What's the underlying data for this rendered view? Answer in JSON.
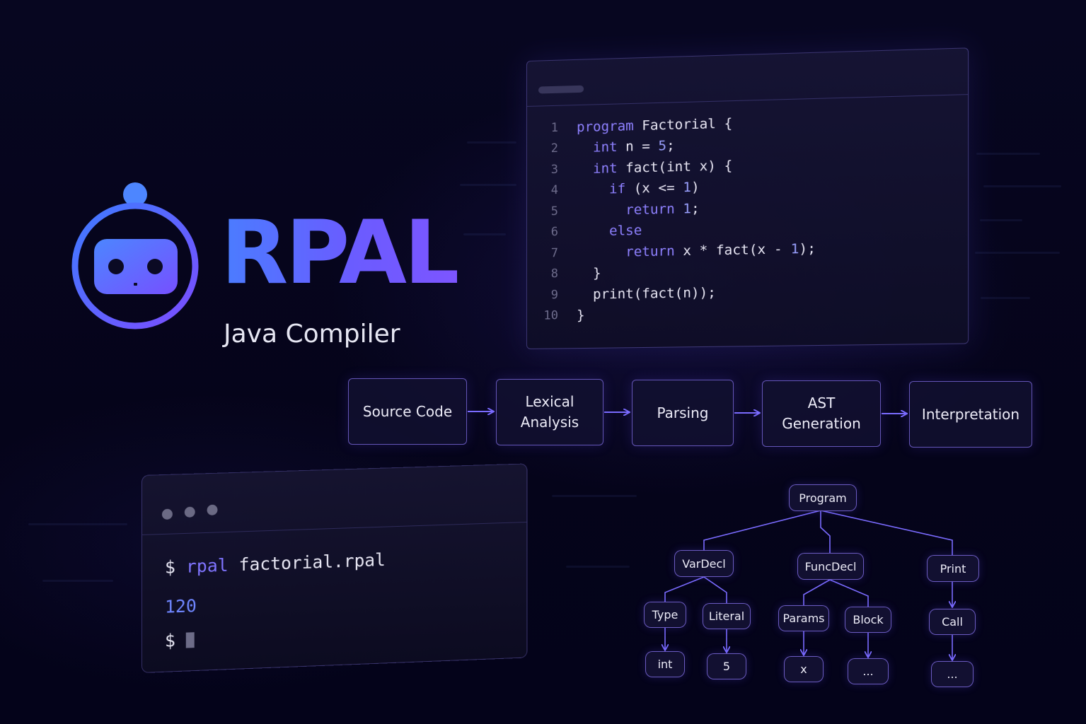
{
  "brand": {
    "title": "RPAL",
    "subtitle": "Java Compiler",
    "logo_icon": "robot-head-icon",
    "colors": {
      "gradient_start": "#4a7dff",
      "gradient_end": "#7d55ff"
    }
  },
  "code_editor": {
    "lines": [
      {
        "num": "1",
        "indent": "",
        "tokens": [
          {
            "t": "program",
            "k": "kw"
          },
          {
            "t": " Factorial {",
            "k": ""
          }
        ]
      },
      {
        "num": "2",
        "indent": "  ",
        "tokens": [
          {
            "t": "int",
            "k": "kw"
          },
          {
            "t": " n = ",
            "k": ""
          },
          {
            "t": "5",
            "k": "num"
          },
          {
            "t": ";",
            "k": ""
          }
        ]
      },
      {
        "num": "3",
        "indent": "  ",
        "tokens": [
          {
            "t": "int",
            "k": "kw"
          },
          {
            "t": " fact(int x) {",
            "k": ""
          }
        ]
      },
      {
        "num": "4",
        "indent": "    ",
        "tokens": [
          {
            "t": "if",
            "k": "kw"
          },
          {
            "t": " (x <= ",
            "k": ""
          },
          {
            "t": "1",
            "k": "num"
          },
          {
            "t": ")",
            "k": ""
          }
        ]
      },
      {
        "num": "5",
        "indent": "      ",
        "tokens": [
          {
            "t": "return",
            "k": "kw"
          },
          {
            "t": " ",
            "k": ""
          },
          {
            "t": "1",
            "k": "num"
          },
          {
            "t": ";",
            "k": ""
          }
        ]
      },
      {
        "num": "6",
        "indent": "    ",
        "tokens": [
          {
            "t": "else",
            "k": "kw"
          }
        ]
      },
      {
        "num": "7",
        "indent": "      ",
        "tokens": [
          {
            "t": "return",
            "k": "kw"
          },
          {
            "t": " x * fact(x - ",
            "k": ""
          },
          {
            "t": "1",
            "k": "num"
          },
          {
            "t": ");",
            "k": ""
          }
        ]
      },
      {
        "num": "8",
        "indent": "  ",
        "tokens": [
          {
            "t": "}",
            "k": ""
          }
        ]
      },
      {
        "num": "9",
        "indent": "  ",
        "tokens": [
          {
            "t": "print(fact(n));",
            "k": ""
          }
        ]
      },
      {
        "num": "10",
        "indent": "",
        "tokens": [
          {
            "t": "}",
            "k": ""
          }
        ]
      }
    ]
  },
  "pipeline": {
    "stages": [
      {
        "id": "source-code",
        "label": "Source Code"
      },
      {
        "id": "lexical",
        "label": "Lexical\nAnalysis"
      },
      {
        "id": "parsing",
        "label": "Parsing"
      },
      {
        "id": "ast",
        "label": "AST\nGeneration"
      },
      {
        "id": "interpretation",
        "label": "Interpretation"
      }
    ]
  },
  "terminal": {
    "prompt": "$",
    "command": "rpal",
    "argument": "factorial.rpal",
    "output": "120"
  },
  "ast": {
    "nodes": {
      "program": "Program",
      "vardecl": "VarDecl",
      "funcdecl": "FuncDecl",
      "print": "Print",
      "type": "Type",
      "literal": "Literal",
      "params": "Params",
      "block": "Block",
      "call": "Call",
      "int": "int",
      "five": "5",
      "x": "x",
      "dots_block": "...",
      "dots_call": "..."
    }
  }
}
